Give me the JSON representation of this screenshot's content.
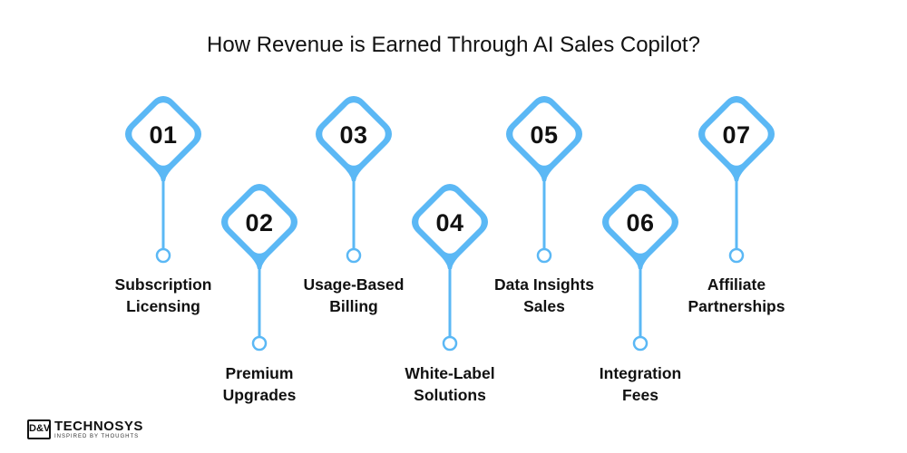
{
  "title": "How Revenue is Earned Through AI Sales Copilot?",
  "accent_color": "#5bb8f5",
  "steps": [
    {
      "number": "01",
      "line1": "Subscription",
      "line2": "Licensing"
    },
    {
      "number": "02",
      "line1": "Premium",
      "line2": "Upgrades"
    },
    {
      "number": "03",
      "line1": "Usage-Based",
      "line2": "Billing"
    },
    {
      "number": "04",
      "line1": "White-Label",
      "line2": "Solutions"
    },
    {
      "number": "05",
      "line1": "Data Insights",
      "line2": "Sales"
    },
    {
      "number": "06",
      "line1": "Integration",
      "line2": "Fees"
    },
    {
      "number": "07",
      "line1": "Affiliate",
      "line2": "Partnerships"
    }
  ],
  "logo": {
    "mark": "D&V",
    "brand": "TECHNOSYS",
    "tagline": "INSPIRED BY THOUGHTS"
  }
}
